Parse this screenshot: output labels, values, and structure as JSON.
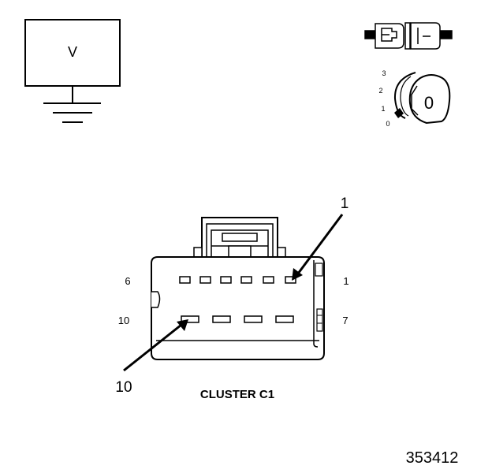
{
  "voltmeter": {
    "label": "V"
  },
  "ignition_key": {
    "positions": [
      "3",
      "2",
      "1",
      "0"
    ],
    "barrel_label": "0"
  },
  "connector": {
    "title": "CLUSTER C1",
    "pin_labels": {
      "top_left": "6",
      "top_right": "1",
      "bottom_left": "10",
      "bottom_right": "7"
    },
    "callouts": {
      "pin_1": "1",
      "pin_10": "10"
    }
  },
  "figure_number": "353412"
}
